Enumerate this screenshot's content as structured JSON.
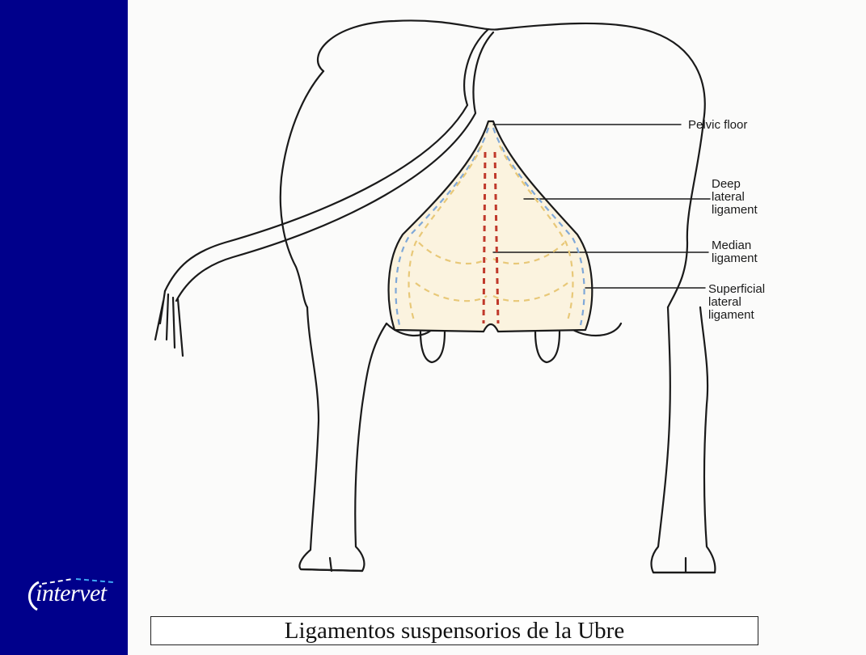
{
  "slide": {
    "labels": {
      "pelvic_floor": "Pelvic floor",
      "deep_lateral": [
        "Deep",
        "lateral",
        "ligament"
      ],
      "median": [
        "Median",
        "ligament"
      ],
      "superficial_lateral": [
        "Superficial",
        "lateral",
        "ligament"
      ]
    },
    "caption": "Ligamentos suspensorios de la Ubre",
    "logo_text": "intervet"
  },
  "colors": {
    "sidebar": "#00008b",
    "ligament_deep": "#e8c878",
    "ligament_median": "#c0392b",
    "ligament_superficial": "#7fa8d8",
    "udder_fill": "#fbf3df"
  }
}
